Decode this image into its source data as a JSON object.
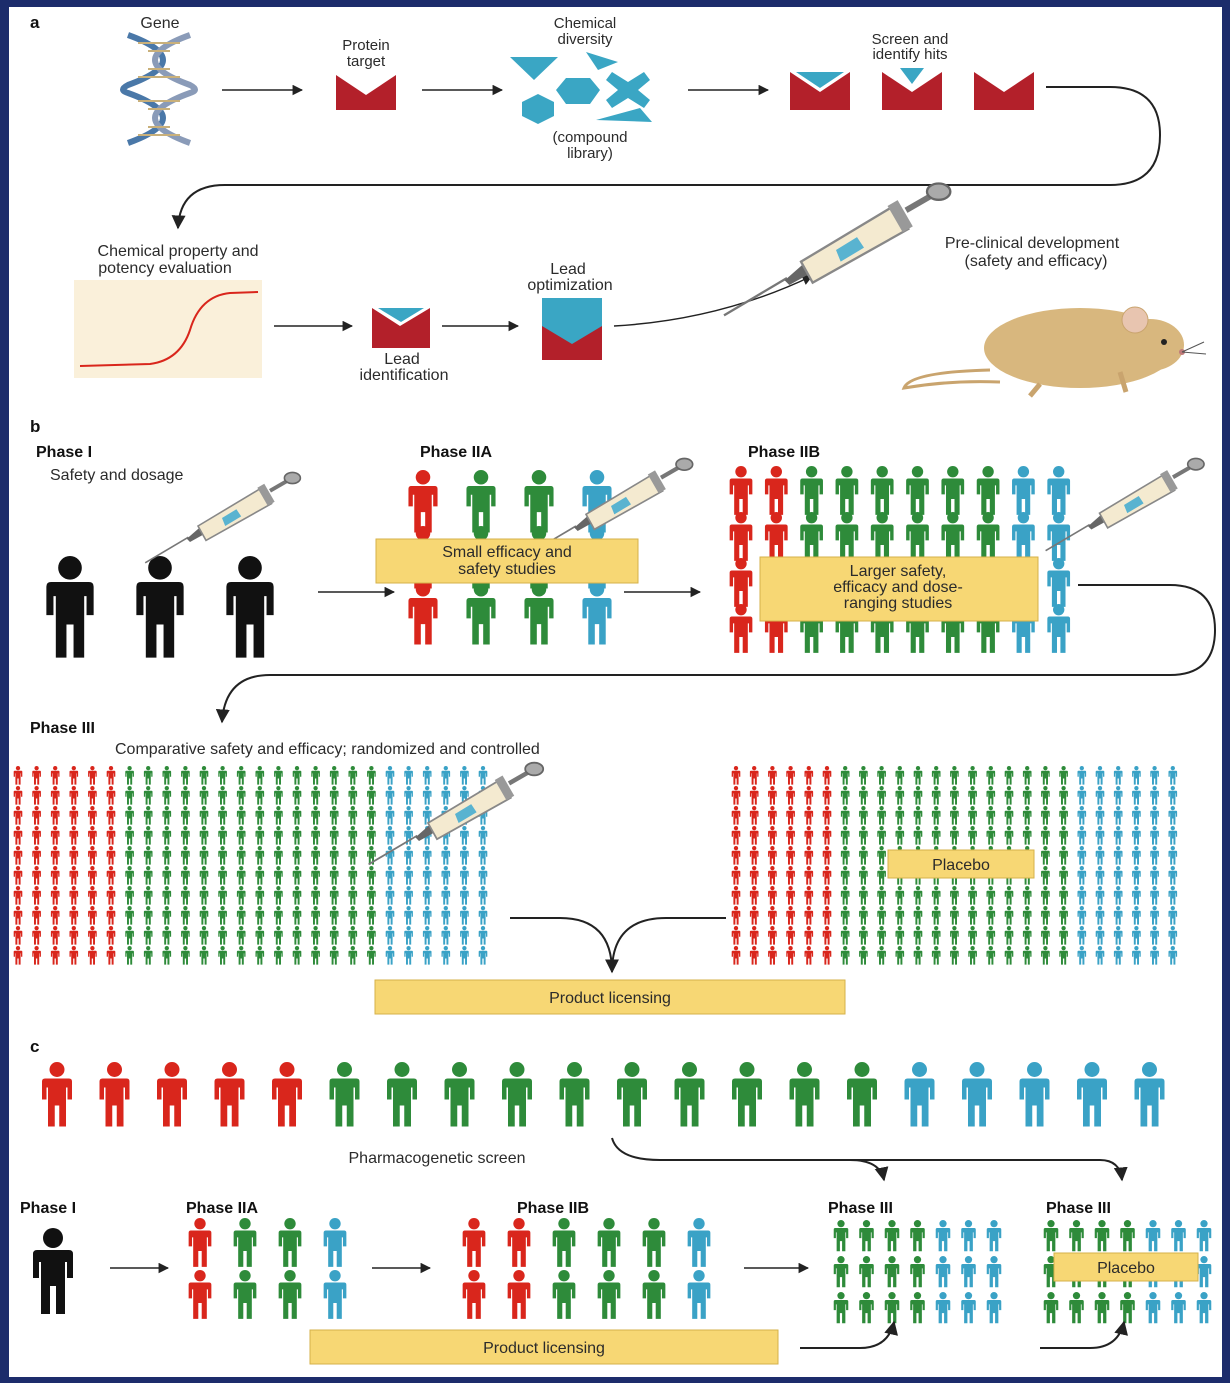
{
  "colors": {
    "red": "#d9261c",
    "green": "#2e8b3a",
    "blue": "#3aa2c6",
    "black": "#111111",
    "box": "#f7d774",
    "target": "#b3202a",
    "teal": "#3aa6c4"
  },
  "panel_a": {
    "letter": "a",
    "gene": "Gene",
    "protein_target": [
      "Protein",
      "target"
    ],
    "chem_diversity": [
      "Chemical",
      "diversity"
    ],
    "compound_library": [
      "(compound",
      "library)"
    ],
    "screen_hits": [
      "Screen and",
      "identify hits"
    ],
    "chem_property": [
      "Chemical property and",
      "potency evaluation"
    ],
    "lead_identification": [
      "Lead",
      "identification"
    ],
    "lead_optimization": [
      "Lead",
      "optimization"
    ],
    "preclinical": [
      "Pre-clinical development",
      "(safety and efficacy)"
    ]
  },
  "panel_b": {
    "letter": "b",
    "phase1": "Phase I",
    "phase1_sub": "Safety and dosage",
    "phase2a": "Phase IIA",
    "phase2a_box": [
      "Small efficacy and",
      "safety studies"
    ],
    "phase2b": "Phase IIB",
    "phase2b_box": [
      "Larger safety,",
      "efficacy and dose-",
      "ranging studies"
    ],
    "phase3": "Phase III",
    "phase3_sub": "Comparative safety and efficacy; randomized and controlled",
    "placebo": "Placebo",
    "product_licensing": "Product licensing"
  },
  "panel_c": {
    "letter": "c",
    "screen": "Pharmacogenetic screen",
    "phase1": "Phase I",
    "phase2a": "Phase IIA",
    "phase2b": "Phase IIB",
    "phase3a": "Phase III",
    "phase3b": "Phase III",
    "placebo": "Placebo",
    "product_licensing": "Product licensing"
  }
}
